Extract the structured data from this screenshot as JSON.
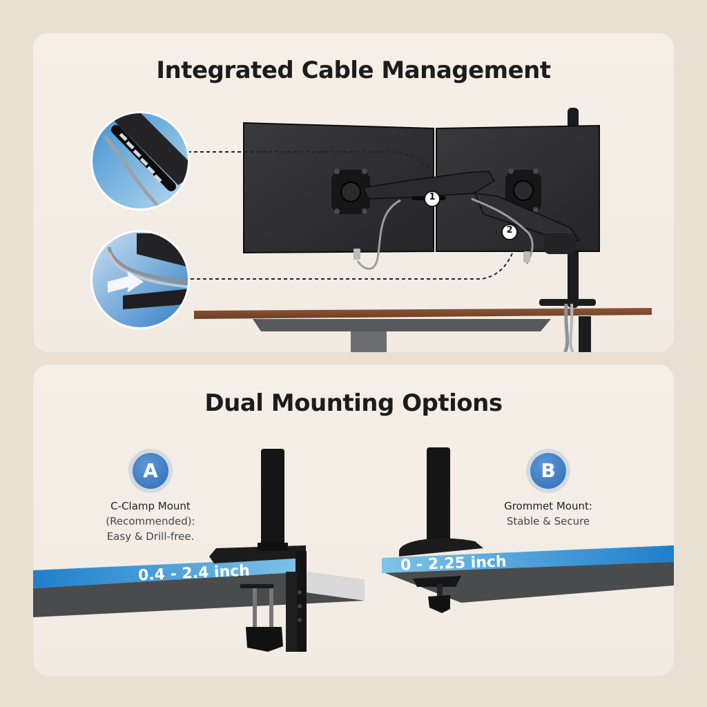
{
  "section_top": {
    "title": "Integrated Cable Management",
    "markers": [
      "1",
      "2"
    ]
  },
  "section_bottom": {
    "title": "Dual Mounting Options",
    "option_a": {
      "badge": "A",
      "title": "C-Clamp Mount",
      "line2": "(Recommended):",
      "line3": "Easy & Drill-free.",
      "range": "0.4 - 2.4 inch"
    },
    "option_b": {
      "badge": "B",
      "title": "Grommet Mount:",
      "line2": "Stable & Secure",
      "range": "0 - 2.25 inch"
    }
  },
  "colors": {
    "background": "#e9dfd3",
    "panel": "#f3ede5",
    "accent_blue": "#2f8fd1",
    "desk_wood": "#7a4a30",
    "metal_dark": "#1b1b1c"
  }
}
